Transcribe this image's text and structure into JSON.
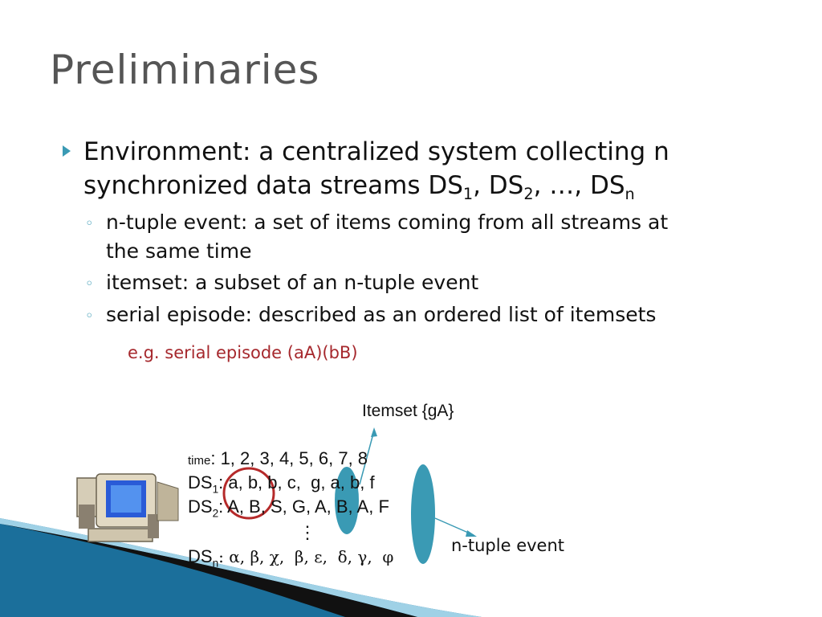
{
  "title": "Preliminaries",
  "bullet1": {
    "line1": "Environment: a centralized system collecting n",
    "line2_prefix": "synchronized data streams DS",
    "s1": "1",
    "sep1": ", DS",
    "s2": "2",
    "sep2": ", …, DS",
    "sn": "n"
  },
  "subbullets": [
    {
      "line1": "n-tuple event: a set of items coming from all streams at",
      "line2": "the same time"
    },
    {
      "line1": "itemset: a subset of an n-tuple event"
    },
    {
      "line1": "serial episode: described as an ordered list of itemsets"
    }
  ],
  "example": "e.g. serial episode (aA)(bB)",
  "diagram": {
    "itemset_label": "Itemset {gA}",
    "ntuple_label": "n-tuple event",
    "time_label": "time",
    "time_values": ": 1, 2, 3, 4, 5, 6, 7, 8",
    "ds1_prefix": "DS",
    "ds1_sub": "1",
    "ds1_values": ": a, b, b, c,  g, a, b, f",
    "ds2_prefix": "DS",
    "ds2_sub": "2",
    "ds2_values": ": A, B, S, G, A, B, A, F",
    "dots": "⋮",
    "dsn_prefix": "DS",
    "dsn_sub": "n",
    "dsn_values": ": α, β, χ,  β, ε,  δ, γ,  φ"
  },
  "colors": {
    "title": "#555555",
    "accent": "#3a9ab4",
    "example": "#a6282d",
    "ellipse": "#3a9ab4",
    "circle": "#b52a2a"
  }
}
